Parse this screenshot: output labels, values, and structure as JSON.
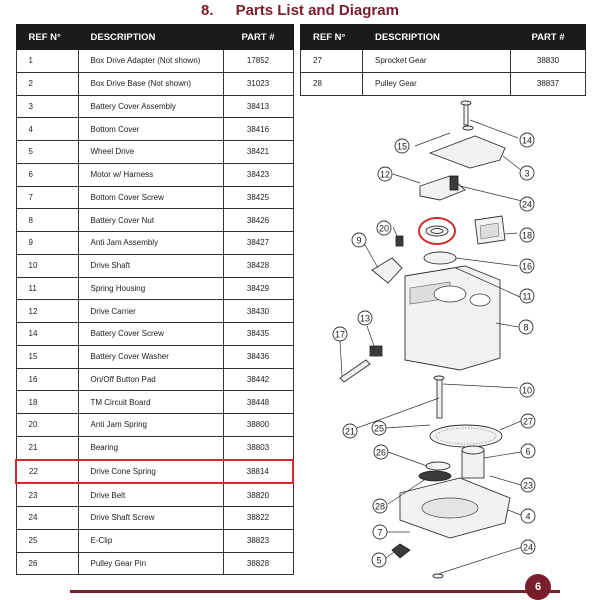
{
  "title": {
    "number": "8.",
    "text": "Parts List and Diagram"
  },
  "headers": {
    "ref": "REF N°",
    "description": "DESCRIPTION",
    "part": "PART #"
  },
  "left_rows": [
    {
      "ref": "1",
      "desc": "Box Drive Adapter (Not shown)",
      "part": "17852"
    },
    {
      "ref": "2",
      "desc": "Box Drive  Base (Not shown)",
      "part": "31023"
    },
    {
      "ref": "3",
      "desc": "Battery Cover Assembly",
      "part": "38413"
    },
    {
      "ref": "4",
      "desc": "Bottom Cover",
      "part": "38416"
    },
    {
      "ref": "5",
      "desc": "Wheel Drive",
      "part": "38421"
    },
    {
      "ref": "6",
      "desc": "Motor w/ Harness",
      "part": "38423"
    },
    {
      "ref": "7",
      "desc": "Bottom Cover Screw",
      "part": "38425"
    },
    {
      "ref": "8",
      "desc": "Battery Cover Nut",
      "part": "38426"
    },
    {
      "ref": "9",
      "desc": "Anti Jam Assembly",
      "part": "38427"
    },
    {
      "ref": "10",
      "desc": "Drive Shaft",
      "part": "38428"
    },
    {
      "ref": "11",
      "desc": "Spring Housing",
      "part": "38429"
    },
    {
      "ref": "12",
      "desc": "Drive Carrier",
      "part": "38430"
    },
    {
      "ref": "14",
      "desc": "Battery Cover Screw",
      "part": "38435"
    },
    {
      "ref": "15",
      "desc": "Battery Cover Washer",
      "part": "38436"
    },
    {
      "ref": "16",
      "desc": "On/Off Button Pad",
      "part": "38442"
    },
    {
      "ref": "18",
      "desc": "TM Circuit Board",
      "part": "38448"
    },
    {
      "ref": "20",
      "desc": "Anti Jam Spring",
      "part": "38800"
    },
    {
      "ref": "21",
      "desc": "Bearing",
      "part": "38803"
    },
    {
      "ref": "22",
      "desc": "Drive Cone Spring",
      "part": "38814"
    },
    {
      "ref": "23",
      "desc": "Drive Belt",
      "part": "38820"
    },
    {
      "ref": "24",
      "desc": "Drive Shaft Screw",
      "part": "38822"
    },
    {
      "ref": "25",
      "desc": "E-Clip",
      "part": "38823"
    },
    {
      "ref": "26",
      "desc": "Pulley Gear Pin",
      "part": "38828"
    }
  ],
  "highlighted_ref": "22",
  "right_rows": [
    {
      "ref": "27",
      "desc": "Sprocket Gear",
      "part": "38830"
    },
    {
      "ref": "28",
      "desc": "Pulley Gear",
      "part": "38837"
    }
  ],
  "callouts": [
    "14",
    "15",
    "3",
    "12",
    "24",
    "20",
    "9",
    "18",
    "16",
    "11",
    "8",
    "17",
    "13",
    "10",
    "21",
    "25",
    "27",
    "26",
    "6",
    "23",
    "28",
    "4",
    "7",
    "5",
    "24"
  ],
  "page_number": "6",
  "colors": {
    "accent": "#7b1e2b",
    "highlight": "#d52b2b",
    "header_bg": "#1b1b1b"
  }
}
